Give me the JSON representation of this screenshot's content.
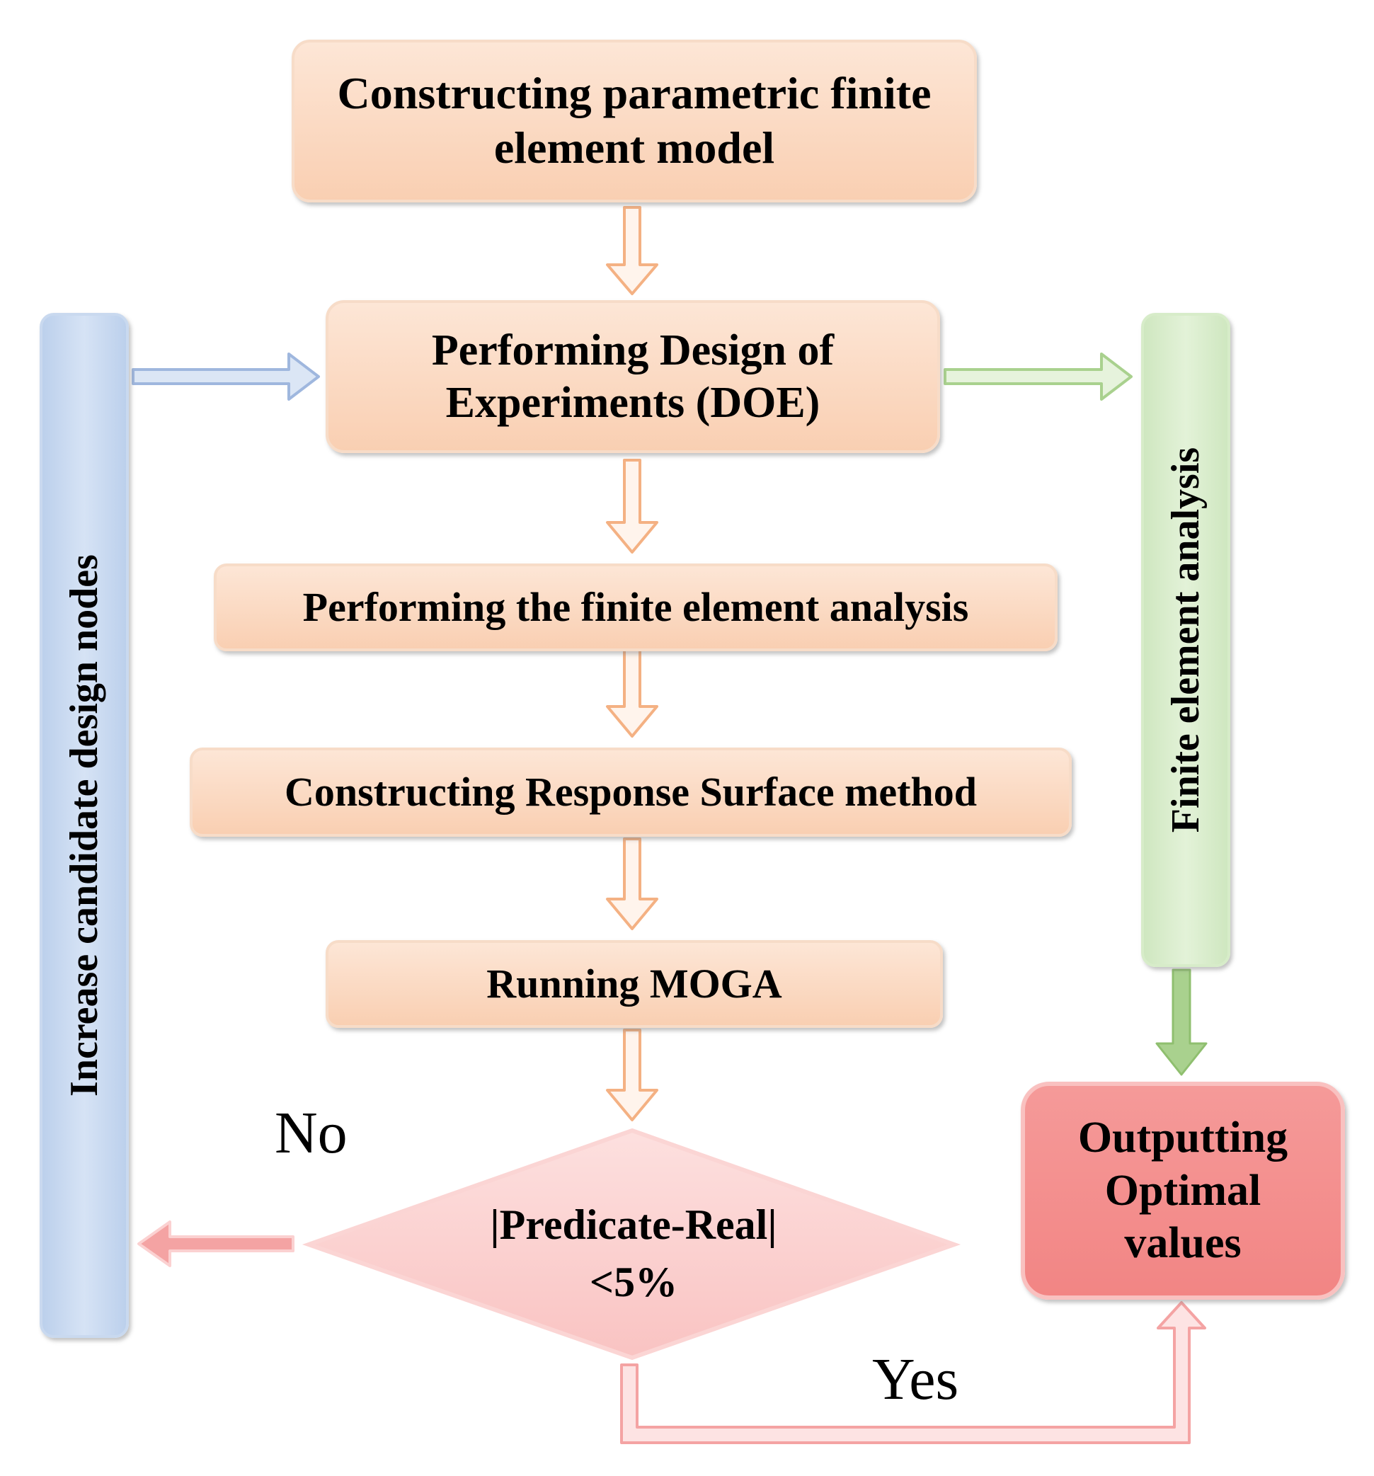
{
  "nodes": {
    "construct_model": "Constructing parametric finite element model",
    "doe": "Performing Design of Experiments (DOE)",
    "fea": "Performing the finite element analysis",
    "rsm": "Constructing Response Surface method",
    "moga": "Running MOGA",
    "decision": "|Predicate-Real| <5%",
    "output": "Outputting Optimal values",
    "increase_nodes": "Increase candidate design nodes",
    "fea_side": "Finite element analysis"
  },
  "labels": {
    "no": "No",
    "yes": "Yes"
  },
  "colors": {
    "process": "#f9cfb2",
    "loop_bar": "#c9d9ef",
    "fea_bar": "#d7ecc9",
    "decision": "#fbc7c7",
    "output": "#f28584",
    "blue_arrow": "#9fb7de",
    "green_arrow": "#a9d18e",
    "orange_arrow": "#f4b183",
    "red_arrow": "#f08a8a"
  }
}
